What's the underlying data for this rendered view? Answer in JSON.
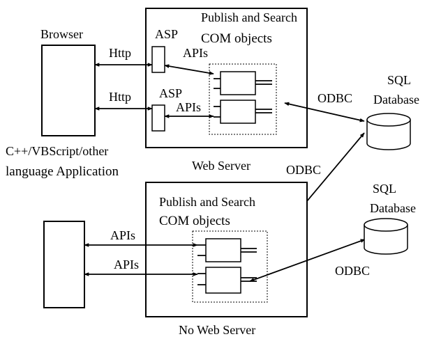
{
  "labels": {
    "browser": "Browser",
    "http_top": "Http",
    "http_bottom": "Http",
    "asp_top": "ASP",
    "asp_bottom": "ASP",
    "apis_top": "APIs",
    "apis_mid": "APIs",
    "publish_search_top_line1": "Publish and Search",
    "publish_search_top_line2": "COM objects",
    "web_server": "Web Server",
    "odbc_top": "ODBC",
    "sql_top_line1": "SQL",
    "sql_top_line2": "Database",
    "app_line1": "C++/VBScript/other",
    "app_line2": "language Application",
    "odbc_mid": "ODBC",
    "sql_bottom_line1": "SQL",
    "sql_bottom_line2": "Database",
    "publish_search_bottom_line1": "Publish and Search",
    "publish_search_bottom_line2": "COM objects",
    "apis_app_top": "APIs",
    "apis_app_bottom": "APIs",
    "odbc_bottom": "ODBC",
    "no_web_server": "No Web Server"
  }
}
